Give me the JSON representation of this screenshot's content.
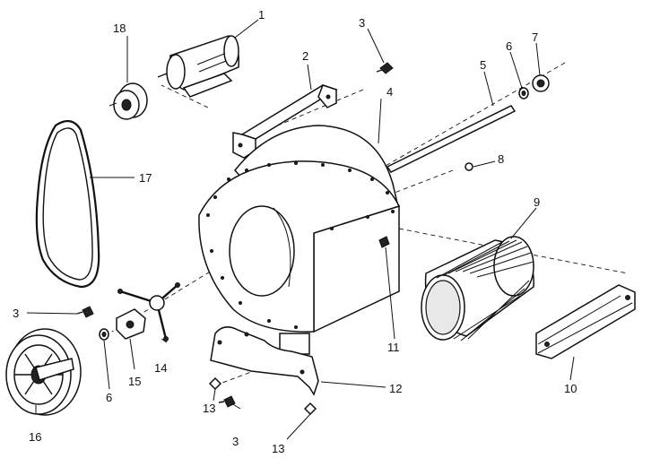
{
  "diagram": {
    "callouts": [
      {
        "id": "c1",
        "label": "1"
      },
      {
        "id": "c2",
        "label": "2"
      },
      {
        "id": "c3a",
        "label": "3"
      },
      {
        "id": "c4",
        "label": "4"
      },
      {
        "id": "c5",
        "label": "5"
      },
      {
        "id": "c6a",
        "label": "6"
      },
      {
        "id": "c7",
        "label": "7"
      },
      {
        "id": "c8",
        "label": "8"
      },
      {
        "id": "c9",
        "label": "9"
      },
      {
        "id": "c10",
        "label": "10"
      },
      {
        "id": "c11",
        "label": "11"
      },
      {
        "id": "c12",
        "label": "12"
      },
      {
        "id": "c13a",
        "label": "13"
      },
      {
        "id": "c13b",
        "label": "13"
      },
      {
        "id": "c14",
        "label": "14"
      },
      {
        "id": "c15",
        "label": "15"
      },
      {
        "id": "c16",
        "label": "16"
      },
      {
        "id": "c17",
        "label": "17"
      },
      {
        "id": "c18",
        "label": "18"
      },
      {
        "id": "c3b",
        "label": "3"
      },
      {
        "id": "c3c",
        "label": "3"
      },
      {
        "id": "c6b",
        "label": "6"
      }
    ]
  }
}
